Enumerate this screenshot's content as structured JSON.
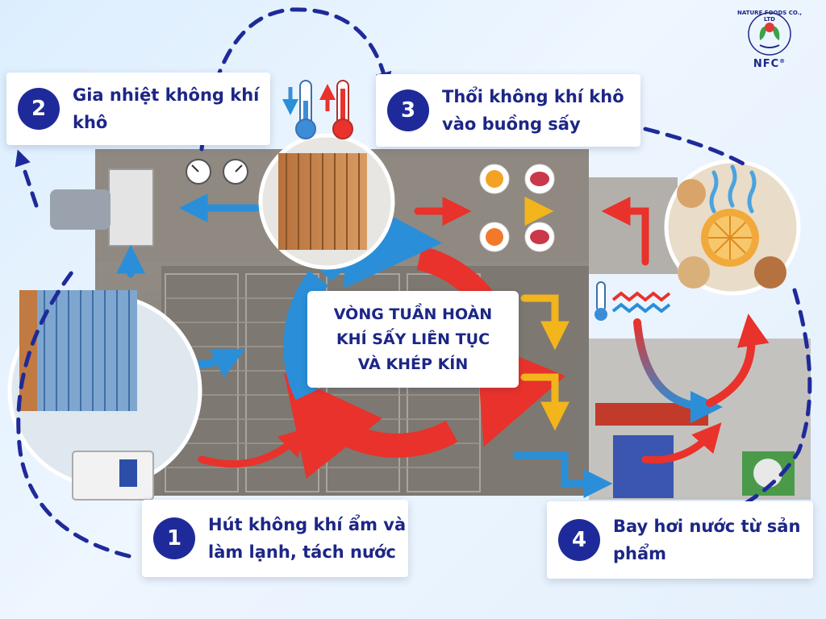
{
  "logo": {
    "brand_arc": "NATURE FOODS CO., LTD",
    "brand_short": "NFC",
    "registered": "®"
  },
  "callouts": [
    {
      "number": "1",
      "line1": "Hút không khí ẩm và",
      "line2": "làm lạnh, tách nước"
    },
    {
      "number": "2",
      "line1": "Gia nhiệt không khí",
      "line2": "khô"
    },
    {
      "number": "3",
      "line1": "Thổi không khí khô",
      "line2": "vào buồng sấy"
    },
    {
      "number": "4",
      "line1": "Bay hơi nước từ sản",
      "line2": "phẩm"
    }
  ],
  "center_label": {
    "line1": "VÒNG TUẦN HOÀN",
    "line2": "KHÍ SẤY LIÊN TỤC",
    "line3": "VÀ KHÉP KÍN"
  },
  "colors": {
    "navy": "#1f2a9a",
    "hot": "#e8322b",
    "cold": "#2a8fd8",
    "warm": "#f3b51c",
    "machine": "#8d8780"
  },
  "icons": [
    "thermometer-cold-icon",
    "thermometer-hot-icon",
    "pressure-gauge-icon",
    "fruit-tray-icon",
    "steam-icon"
  ]
}
